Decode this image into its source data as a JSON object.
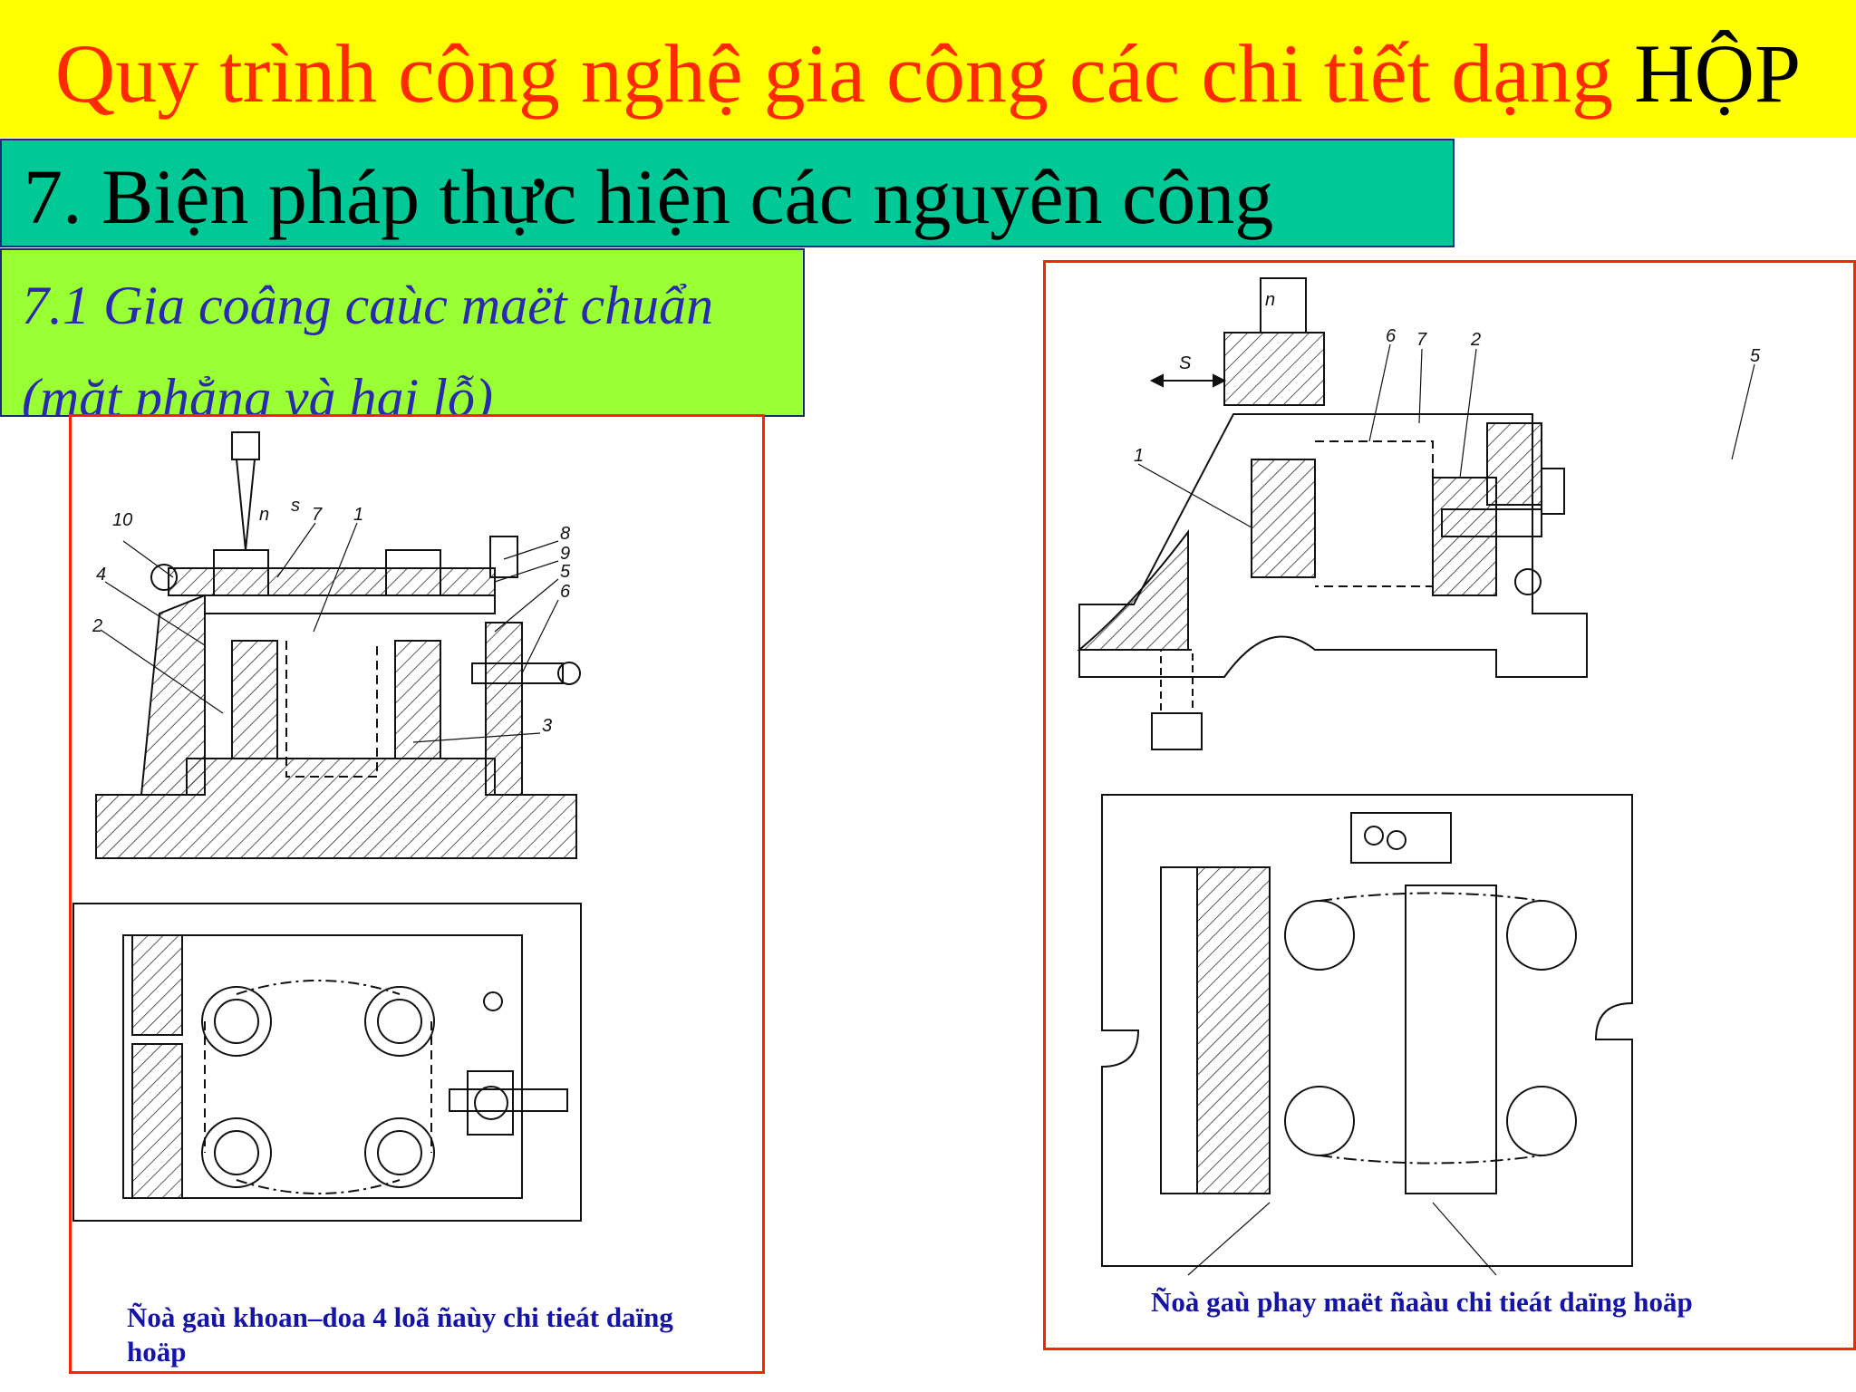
{
  "slide": {
    "title_main": "Quy trình công nghệ gia công các chi tiết dạng",
    "title_accent": "HỘP",
    "section": "7. Biện pháp thực hiện các nguyên công",
    "subsection_line1": "7.1 Gia coâng caùc maët chuẩn",
    "subsection_line2": "(mặt phẳng và hai lỗ)"
  },
  "figures": {
    "left": {
      "caption": "Ñoà gaù khoan–doa 4 loã ñaùy chi tieát daïng hoäp",
      "labels": [
        "10",
        "4",
        "2",
        "7",
        "1",
        "8",
        "9",
        "5",
        "6",
        "3",
        "n",
        "s"
      ]
    },
    "right": {
      "caption": "Ñoà gaù phay maët ñaàu chi tieát daïng hoäp",
      "labels": [
        "n",
        "S",
        "6",
        "7",
        "2",
        "5",
        "1"
      ]
    }
  },
  "colors": {
    "title_bg": "#ffff00",
    "title_text": "#ff2a00",
    "section_bg": "#00c896",
    "subsection_bg": "#99ff33",
    "subsection_text": "#2a2ab0",
    "panel_border": "#ff2200",
    "caption_text": "#1414a8"
  }
}
